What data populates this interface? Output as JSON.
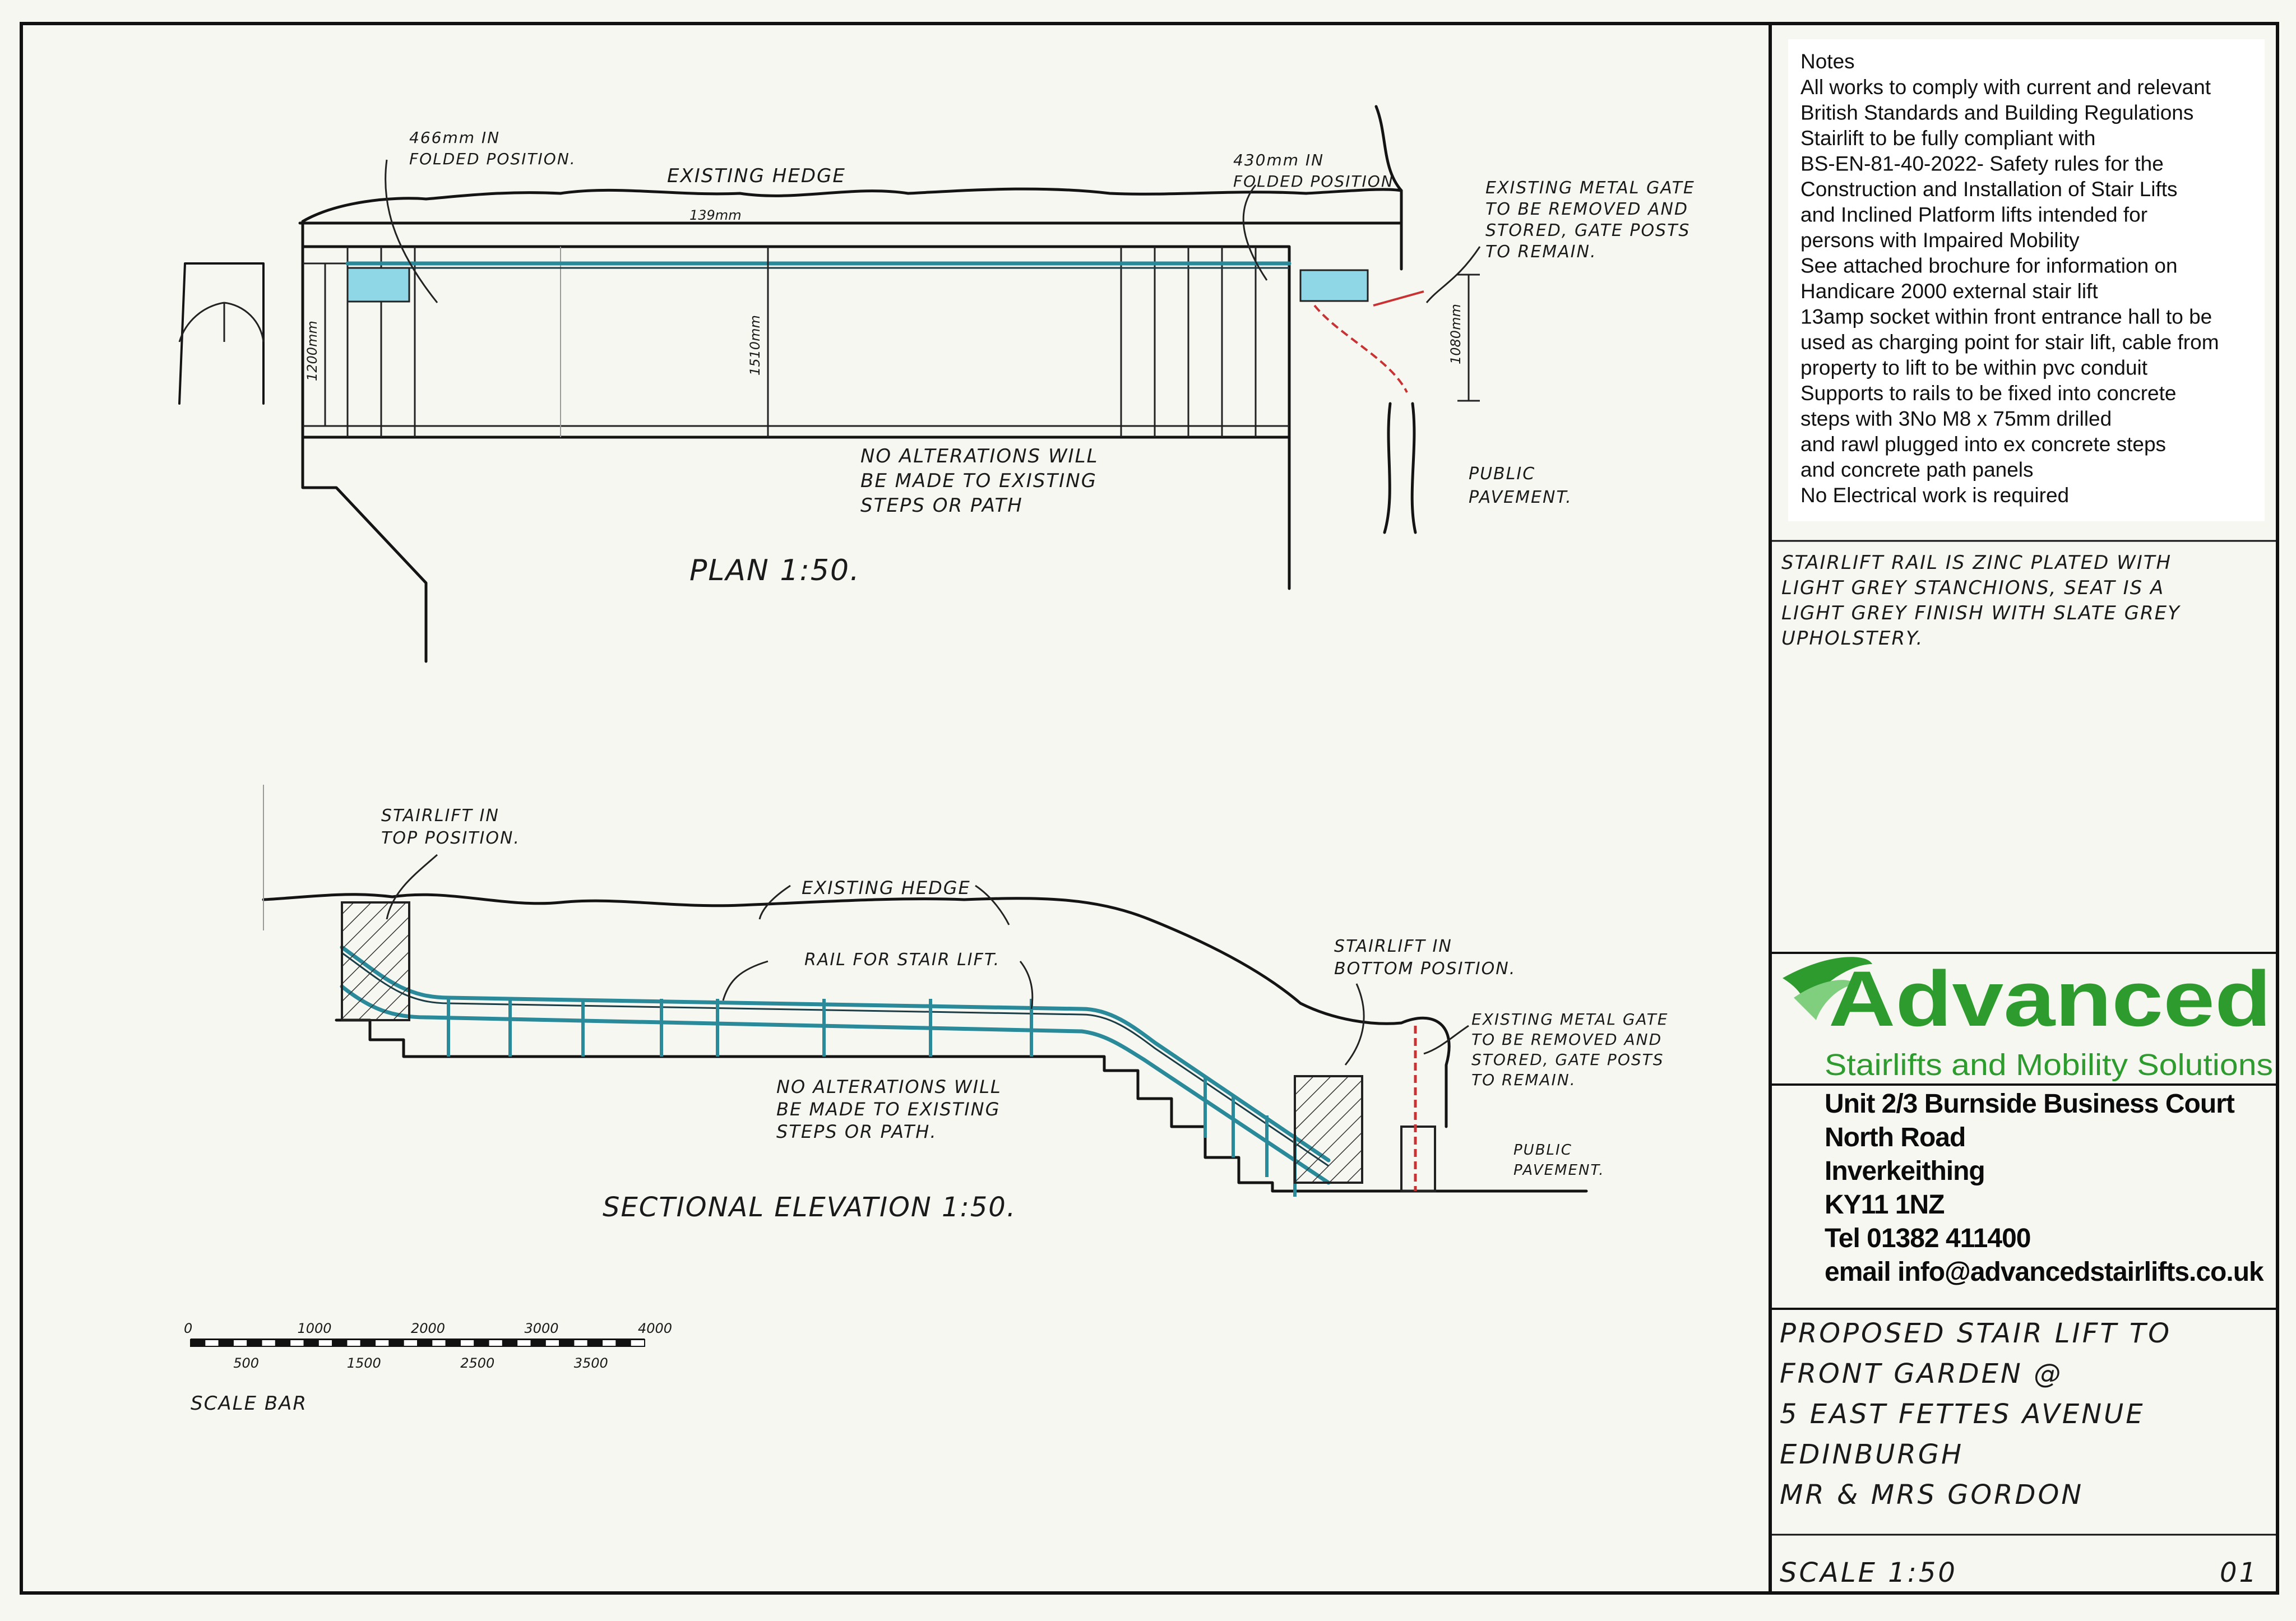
{
  "notes": {
    "heading": "Notes",
    "lines": [
      "All works to comply with current and relevant",
      "British Standards and Building Regulations",
      "Stairlift to be fully compliant with",
      "BS-EN-81-40-2022- Safety rules for the",
      "Construction and Installation of Stair Lifts",
      "and Inclined Platform lifts intended for",
      "persons with Impaired Mobility",
      "See attached brochure for information on",
      "Handicare 2000 external stair lift",
      "13amp socket within front entrance hall to be",
      "used as charging point for stair lift, cable from",
      "property to lift to be within pvc conduit",
      "Supports to rails to be fixed into concrete",
      "steps with 3No M8 x 75mm drilled",
      "and rawl plugged into ex concrete steps",
      "and concrete path panels",
      "No Electrical work is required"
    ]
  },
  "finish_note": [
    "STAIRLIFT RAIL IS ZINC PLATED WITH",
    "LIGHT GREY STANCHIONS, SEAT IS A",
    "LIGHT GREY FINISH WITH SLATE GREY",
    "UPHOLSTERY."
  ],
  "company": {
    "name": "Advanced",
    "tagline": "Stairlifts and Mobility Solutions",
    "brand_color": "#2e9b2e",
    "address_lines": [
      "Unit 2/3 Burnside Business Court",
      "North Road",
      "Inverkeithing",
      "KY11 1NZ",
      "Tel 01382 411400",
      "email info@advancedstairlifts.co.uk"
    ]
  },
  "title_block": {
    "lines": [
      "PROPOSED STAIR LIFT TO",
      "FRONT GARDEN @",
      "5 EAST FETTES AVENUE",
      "EDINBURGH",
      "MR & MRS GORDON"
    ],
    "scale": "SCALE 1:50",
    "drawing_no": "01"
  },
  "plan": {
    "title": "PLAN 1:50.",
    "labels": {
      "folded_left": [
        "466mm IN",
        "FOLDED POSITION."
      ],
      "hedge": "EXISTING HEDGE",
      "folded_right": [
        "430mm IN",
        "FOLDED POSITION"
      ],
      "gate": [
        "EXISTING METAL GATE",
        "TO BE REMOVED AND",
        "STORED, GATE POSTS",
        "TO REMAIN."
      ],
      "dim_139": "139mm",
      "dim_1200": "1200mm",
      "dim_1510": "1510mm",
      "dim_1080": "1080mm",
      "no_alter": [
        "NO ALTERATIONS WILL",
        "BE MADE TO EXISTING",
        "STEPS OR PATH"
      ],
      "pavement": [
        "PUBLIC",
        "PAVEMENT."
      ]
    }
  },
  "elevation": {
    "title": "SECTIONAL ELEVATION 1:50.",
    "labels": {
      "top": [
        "STAIRLIFT IN",
        "TOP POSITION."
      ],
      "hedge": "EXISTING HEDGE",
      "rail": "RAIL FOR STAIR LIFT.",
      "bottom": [
        "STAIRLIFT IN",
        "BOTTOM POSITION."
      ],
      "gate": [
        "EXISTING METAL GATE",
        "TO BE REMOVED AND",
        "STORED, GATE POSTS",
        "TO REMAIN."
      ],
      "no_alter": [
        "NO ALTERATIONS WILL",
        "BE MADE TO EXISTING",
        "STEPS OR PATH."
      ],
      "pavement": [
        "PUBLIC",
        "PAVEMENT."
      ]
    }
  },
  "scale_bar": {
    "label": "SCALE BAR",
    "top_ticks": [
      "0",
      "1000",
      "2000",
      "3000",
      "4000"
    ],
    "bottom_ticks": [
      "500",
      "1500",
      "2500",
      "3500"
    ]
  }
}
